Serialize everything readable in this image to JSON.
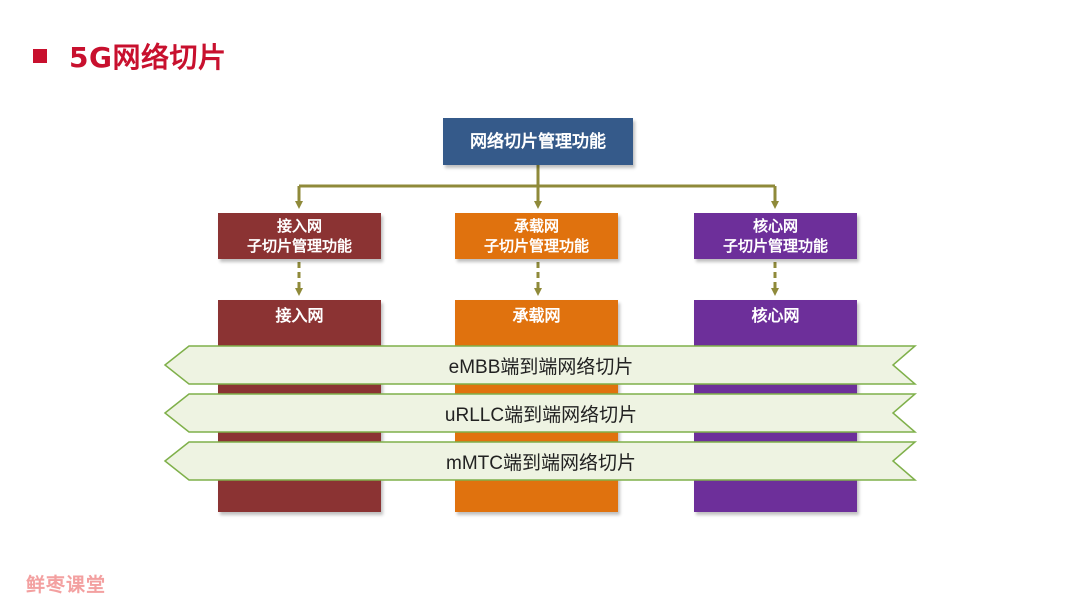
{
  "title": "5G网络切片",
  "management": "网络切片管理功能",
  "sub_functions": [
    {
      "line1": "接入网",
      "line2": "子切片管理功能",
      "color": "#8b3333"
    },
    {
      "line1": "承载网",
      "line2": "子切片管理功能",
      "color": "#e0720e"
    },
    {
      "line1": "核心网",
      "line2": "子切片管理功能",
      "color": "#6d2f9a"
    }
  ],
  "networks": [
    "接入网",
    "承载网",
    "核心网"
  ],
  "slices": [
    "eMBB端到端网络切片",
    "uRLLC端到端网络切片",
    "mMTC端到端网络切片"
  ],
  "watermark": "鲜枣课堂",
  "colors": {
    "title": "#c8102e",
    "management": "#355a8a",
    "connector": "#8f8a3a",
    "slice_fill": "#eef3e2",
    "slice_stroke": "#7fb04a"
  }
}
